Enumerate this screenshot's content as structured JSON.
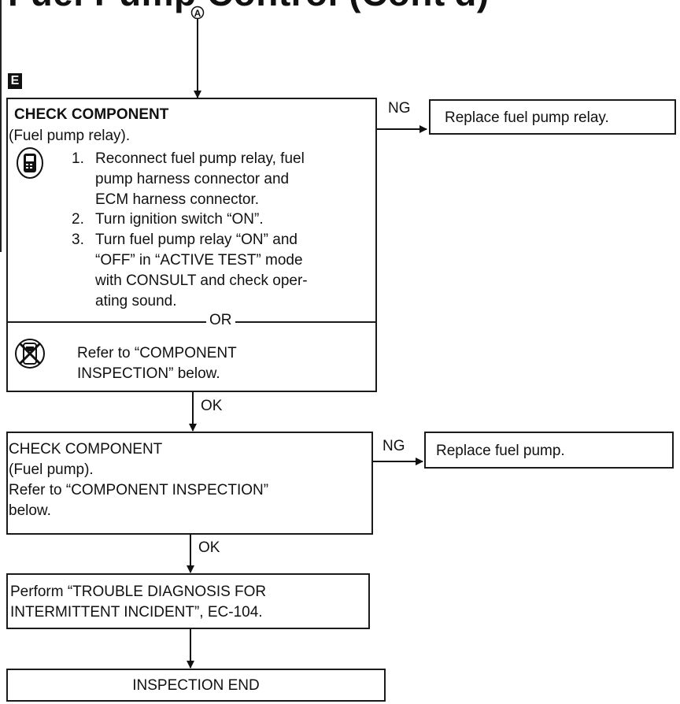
{
  "header": {
    "title": "Fuel Pump Control (Cont'd)",
    "connector_label": "A",
    "section_marker": "E"
  },
  "flow": {
    "step1": {
      "heading": "CHECK COMPONENT",
      "subheading": "(Fuel pump relay).",
      "consult_lines": [
        "1.",
        "Reconnect fuel pump relay, fuel",
        "pump harness connector and",
        "ECM harness connector.",
        "2.",
        "Turn ignition switch “ON”.",
        "3.",
        "Turn fuel pump relay “ON” and",
        "“OFF” in “ACTIVE TEST” mode",
        "with CONSULT and check oper-",
        "ating sound."
      ],
      "or_label": "OR",
      "alt_lines": [
        "Refer to “COMPONENT",
        "INSPECTION” below."
      ],
      "ng_label": "NG",
      "ng_action": "Replace fuel pump relay.",
      "ok_label": "OK"
    },
    "step2": {
      "lines": [
        "CHECK COMPONENT",
        "(Fuel pump).",
        "Refer to “COMPONENT INSPECTION”",
        "below."
      ],
      "ng_label": "NG",
      "ng_action": "Replace fuel pump.",
      "ok_label": "OK"
    },
    "step3": {
      "lines": [
        "Perform “TROUBLE DIAGNOSIS FOR",
        "INTERMITTENT INCIDENT”, EC-104."
      ]
    },
    "end": {
      "label": "INSPECTION END"
    }
  },
  "icons": {
    "consult": "consult-tester-icon",
    "no_tools": "no-consult-tester-icon"
  }
}
